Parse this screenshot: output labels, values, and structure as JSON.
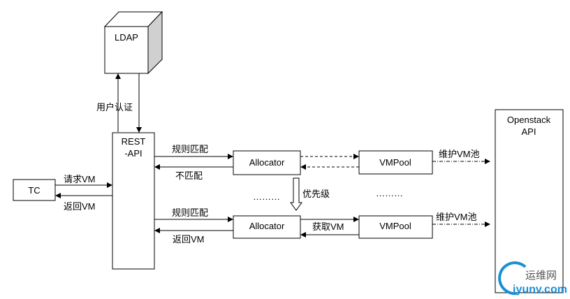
{
  "nodes": {
    "ldap": "LDAP",
    "rest_api_line1": "REST",
    "rest_api_line2": "-API",
    "tc": "TC",
    "allocator_1": "Allocator",
    "allocator_2": "Allocator",
    "vmpool_1": "VMPool",
    "vmpool_2": "VMPool",
    "openstack_line1": "Openstack",
    "openstack_line2": "API"
  },
  "edges": {
    "user_auth": "用户认证",
    "request_vm": "请求VM",
    "return_vm_tc": "返回VM",
    "rule_match_1": "规则匹配",
    "no_match": "不匹配",
    "rule_match_2": "规则匹配",
    "return_vm_alloc": "返回VM",
    "priority": "优先级",
    "get_vm": "获取VM",
    "maintain_pool_1": "维护VM池",
    "maintain_pool_2": "维护VM池"
  },
  "ellipsis_1": "………",
  "ellipsis_2": "………",
  "watermark": {
    "cn": "运维网",
    "url": "iyunv.com",
    "color": "#1a8fd6"
  }
}
